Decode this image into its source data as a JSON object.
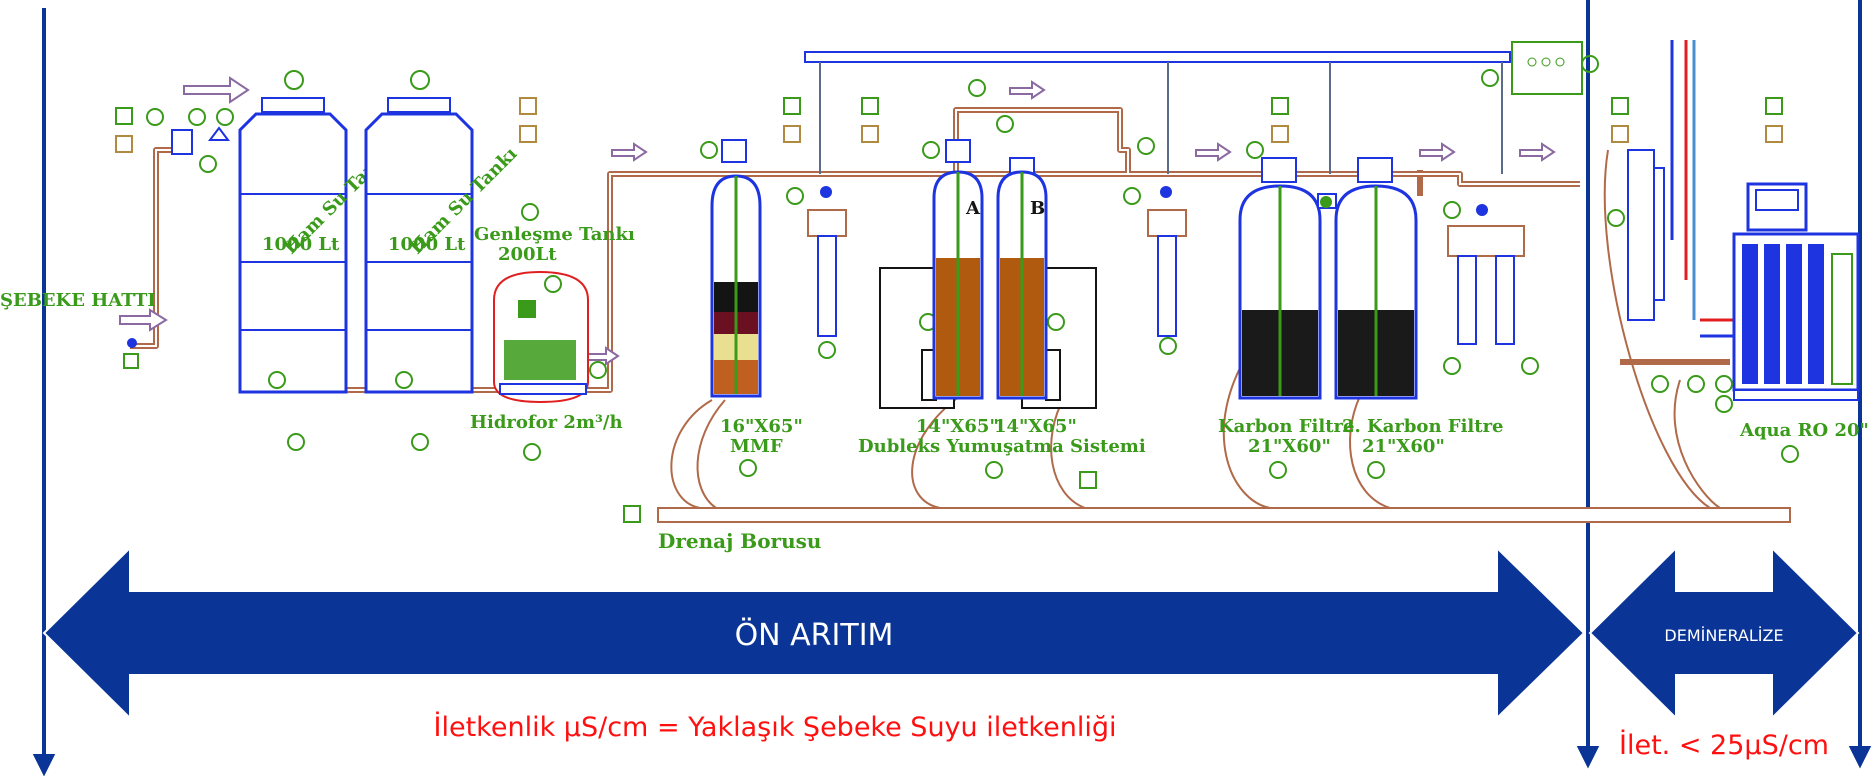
{
  "labels": {
    "sebeke_hatti": "ŞEBEKE HATTI",
    "tank_name_1": "Ham Su Tankı",
    "tank_name_2": "Ham Su Tankı",
    "tank_volume_1": "1000 Lt",
    "tank_volume_2": "1000 Lt",
    "expansion_tank": "Genleşme Tankı",
    "expansion_volume": "200Lt",
    "hydrofor": "Hidrofor 2m³/h",
    "mmf_size": "16\"X65\"",
    "mmf_name": "MMF",
    "softener_size_a": "14\"X65\"",
    "softener_size_b": "14\"X65\"",
    "softener_name": "Dubleks Yumuşatma Sistemi",
    "col_a": "A",
    "col_b": "B",
    "carbon_1": "Karbon Filtre",
    "carbon_1_size": "21\"X60\"",
    "carbon_2": "2. Karbon Filtre",
    "carbon_2_size": "21\"X60\"",
    "drain_pipe": "Drenaj Borusu",
    "ro_unit": "Aqua RO 20\""
  },
  "banners": {
    "pretreatment": "ÖN ARITIM",
    "demineralize": "DEMİNERALİZE"
  },
  "conductivity": {
    "pretreatment": "İletkenlik µS/cm = Yaklaşık Şebeke Suyu iletkenliği",
    "demineralize": "İlet. < 25µS/cm"
  },
  "colors": {
    "arrow_blue": "#0a3596",
    "pipe_brown": "#b06a4a",
    "label_green": "#3a9a1a",
    "tank_blue": "#1d34e0",
    "conductivity_red": "#ff1010"
  }
}
